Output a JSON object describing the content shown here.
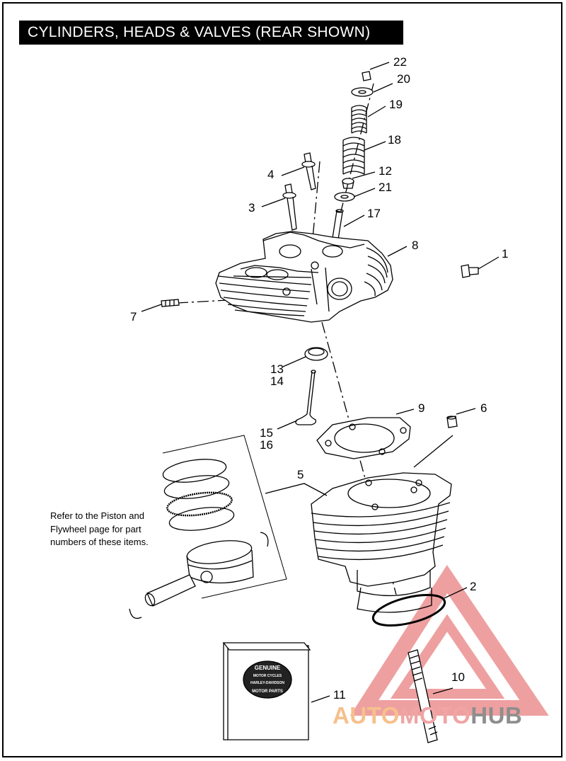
{
  "title": "CYLINDERS, HEADS & VALVES (REAR SHOWN)",
  "note": "Refer to the Piston and Flywheel page for part numbers of these items.",
  "callouts": {
    "c1": "1",
    "c2": "2",
    "c3": "3",
    "c4": "4",
    "c5": "5",
    "c6": "6",
    "c7": "7",
    "c8": "8",
    "c9": "9",
    "c10": "10",
    "c11": "11",
    "c12": "12",
    "c13": "13",
    "c14": "14",
    "c15": "15",
    "c16": "16",
    "c17": "17",
    "c18": "18",
    "c19": "19",
    "c20": "20",
    "c21": "21",
    "c22": "22"
  },
  "logo": {
    "line1": "GENUINE",
    "line2": "MOTOR CYCLES",
    "line3": "HARLEY-DAVIDSON",
    "line4": "MOTOR PARTS"
  },
  "watermark": {
    "part1": "AUTO",
    "part2": "MOTO",
    "part3": "HUB"
  },
  "colors": {
    "watermark_red": "#e87878",
    "watermark_orange": "#f6c08c",
    "watermark_gray": "#8e8e8e"
  }
}
